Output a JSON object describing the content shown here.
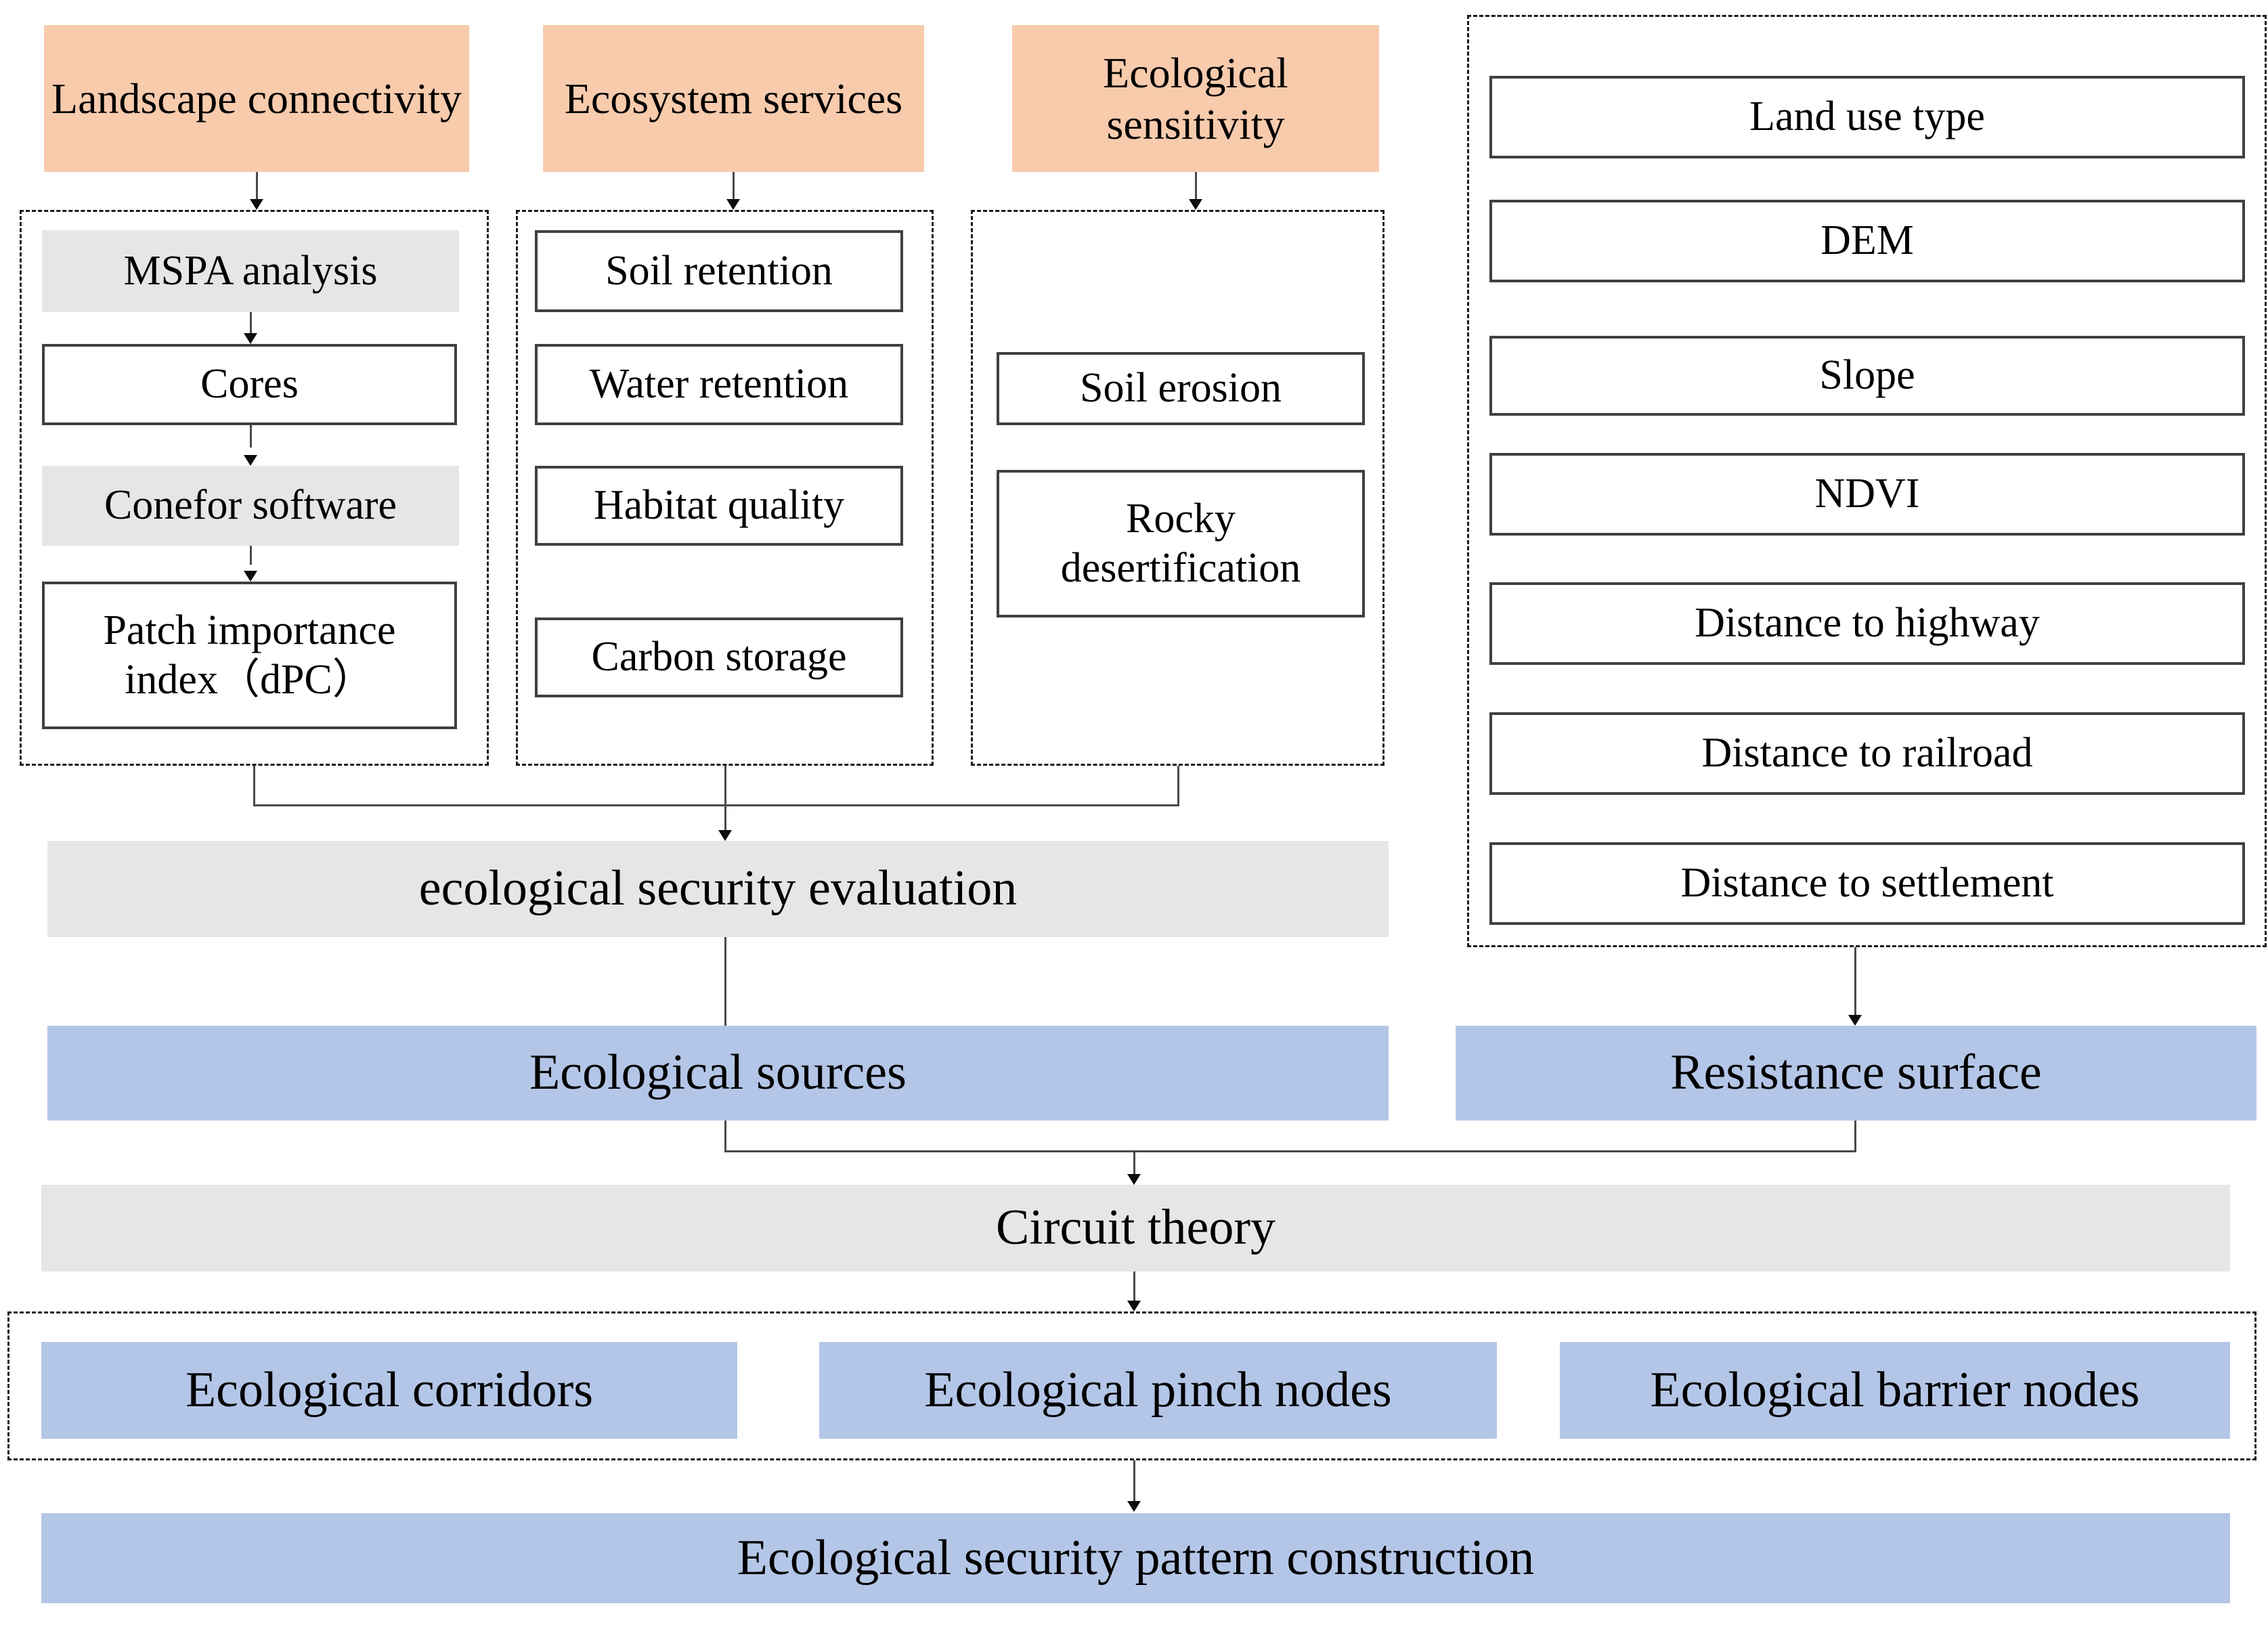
{
  "colors": {
    "header_fill": "#F8CBAD",
    "process_fill": "#E7E6E6",
    "result_fill": "#B4C6E7",
    "node_border": "#404040",
    "text": "#000000"
  },
  "columns": {
    "landscape": {
      "header": "Landscape connectivity",
      "steps": [
        "MSPA analysis",
        "Cores",
        "Conefor software",
        "Patch importance index（dPC）"
      ]
    },
    "ecosystem": {
      "header": "Ecosystem services",
      "steps": [
        "Soil retention",
        "Water retention",
        "Habitat quality",
        "Carbon storage"
      ]
    },
    "sensitivity": {
      "header": "Ecological sensitivity",
      "steps": [
        "Soil erosion",
        "Rocky desertification"
      ]
    }
  },
  "resistance_factors": {
    "items": [
      "Land use type",
      "DEM",
      "Slope",
      "NDVI",
      "Distance to highway",
      "Distance to railroad",
      "Distance to settlement"
    ]
  },
  "bars": {
    "evaluation": "ecological security evaluation",
    "sources": "Ecological sources",
    "resistance": "Resistance surface",
    "circuit": "Circuit theory",
    "corridors": "Ecological corridors",
    "pinch_nodes": "Ecological pinch nodes",
    "barrier_nodes": "Ecological barrier nodes",
    "construction": "Ecological security pattern construction"
  }
}
